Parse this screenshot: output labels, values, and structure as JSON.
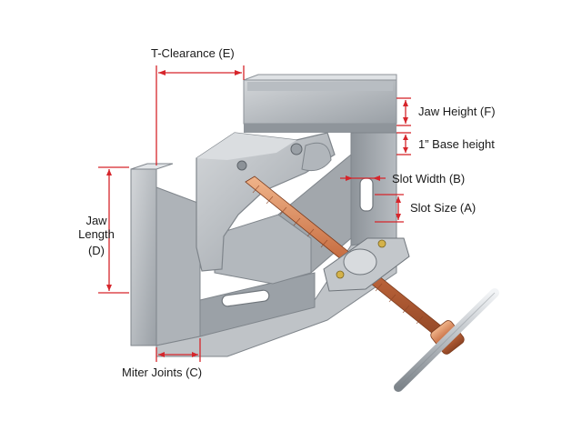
{
  "colors": {
    "dimension_line": "#d6252b",
    "metal_light": "#c8ccd0",
    "metal_mid": "#a9aeb3",
    "metal_dark": "#7f858b",
    "copper": "#c56a3e",
    "copper_light": "#e29b70"
  },
  "labels": {
    "t_clearance": "T-Clearance (E)",
    "jaw_height": "Jaw Height (F)",
    "base_height": "1” Base height",
    "slot_width": "Slot Width (B)",
    "slot_size": "Slot Size (A)",
    "jaw_length_line1": "Jaw",
    "jaw_length_line2": "Length",
    "jaw_length_line3": "(D)",
    "miter_joints": "Miter Joints (C)"
  }
}
